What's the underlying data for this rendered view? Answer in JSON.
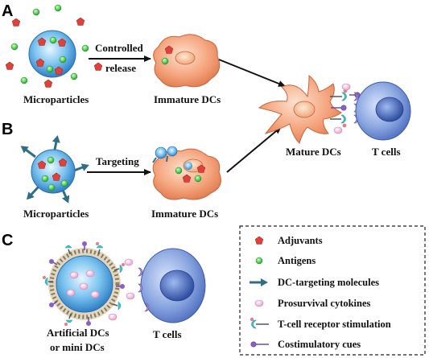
{
  "panels": {
    "a": "A",
    "b": "B",
    "c": "C"
  },
  "panel_a": {
    "particle_label": "Microparticles",
    "arrow_label_line1": "Controlled",
    "arrow_label_line2": "release",
    "cell_label": "Immature DCs"
  },
  "panel_b": {
    "particle_label": "Microparticles",
    "arrow_label": "Targeting",
    "cell_label": "Immature DCs"
  },
  "mature": {
    "dc_label": "Mature DCs",
    "tcell_label": "T cells"
  },
  "panel_c": {
    "particle_label_line1": "Artificial DCs",
    "particle_label_line2": "or mini DCs",
    "tcell_label": "T cells"
  },
  "legend": {
    "items": [
      {
        "icon": "adjuvant-icon",
        "label": "Adjuvants"
      },
      {
        "icon": "antigen-icon",
        "label": "Antigens"
      },
      {
        "icon": "dc-targeting-molecule-icon",
        "label": "DC-targeting molecules"
      },
      {
        "icon": "prosurvival-cytokine-icon",
        "label": "Prosurvival cytokines"
      },
      {
        "icon": "tcell-receptor-stimulation-icon",
        "label": "T-cell receptor stimulation"
      },
      {
        "icon": "costimulatory-cue-icon",
        "label": "Costimulatory cues"
      }
    ]
  },
  "colors": {
    "particle_blue": "#3f9ad6",
    "adjuvant_red": "#e0413a",
    "antigen_green": "#3cc43c",
    "dc_orange": "#f29870",
    "tcell_blue": "#6f8fd0",
    "targeting_teal": "#2f6f86",
    "cytokine_pink": "#f0b8d8"
  }
}
